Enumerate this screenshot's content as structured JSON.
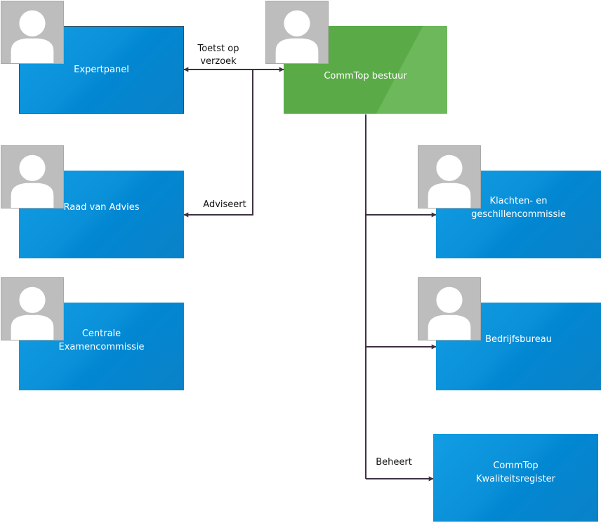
{
  "nodes": {
    "expertpanel": {
      "label": "Expertpanel"
    },
    "bestuur": {
      "label": "CommTop bestuur"
    },
    "raad": {
      "label": "Raad van Advies"
    },
    "klachten": {
      "label": "Klachten- en\ngeschillencommissie"
    },
    "examen": {
      "label": "Centrale\nExamencommissie"
    },
    "bedrijfsbureau": {
      "label": "Bedrijfsbureau"
    },
    "register": {
      "label": "CommTop\nKwaliteitsregister"
    }
  },
  "edges": {
    "toetst": {
      "label": "Toetst op\nverzoek"
    },
    "adviseert": {
      "label": "Adviseert"
    },
    "beheert": {
      "label": "Beheert"
    }
  },
  "icons": {
    "avatar": "person-placeholder-icon"
  },
  "colors": {
    "blue": "#0a8fd8",
    "green": "#5aab48",
    "line": "#3e3142",
    "avatar": "#bdbdbd"
  }
}
